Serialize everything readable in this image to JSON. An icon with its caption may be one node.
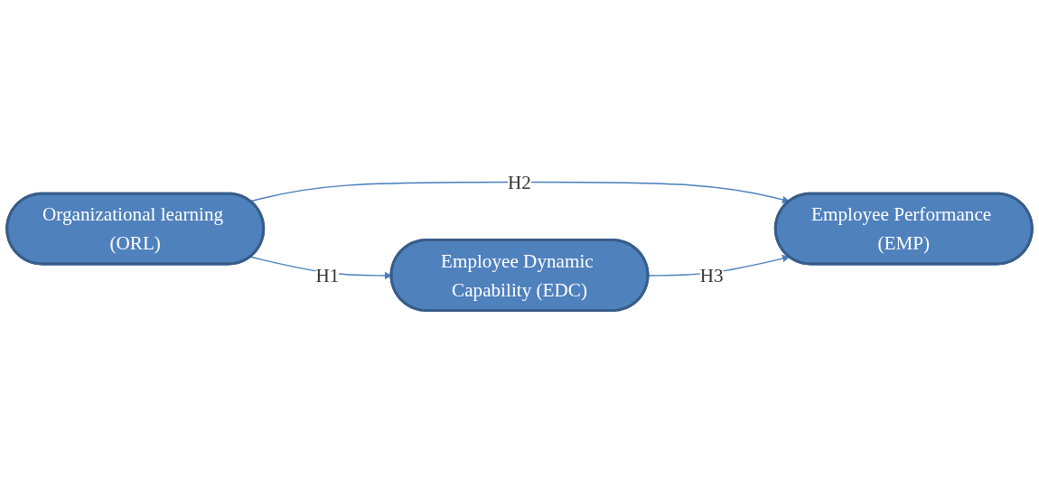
{
  "diagram": {
    "nodes": [
      {
        "text": [
          "Organizational learning (ORL)"
        ]
      },
      {
        "text": [
          "Employee Dynamic Capability (EDC)"
        ]
      },
      {
        "text": [
          "Employee Performance (EMP)"
        ]
      }
    ],
    "edges": [
      {
        "from": 0,
        "to": 1,
        "arrow": "to",
        "label": "H1"
      },
      {
        "from": 0,
        "to": 2,
        "arrow": "to",
        "label": "H2"
      },
      {
        "from": 1,
        "to": 2,
        "arrow": "to",
        "label": "H3"
      }
    ]
  }
}
